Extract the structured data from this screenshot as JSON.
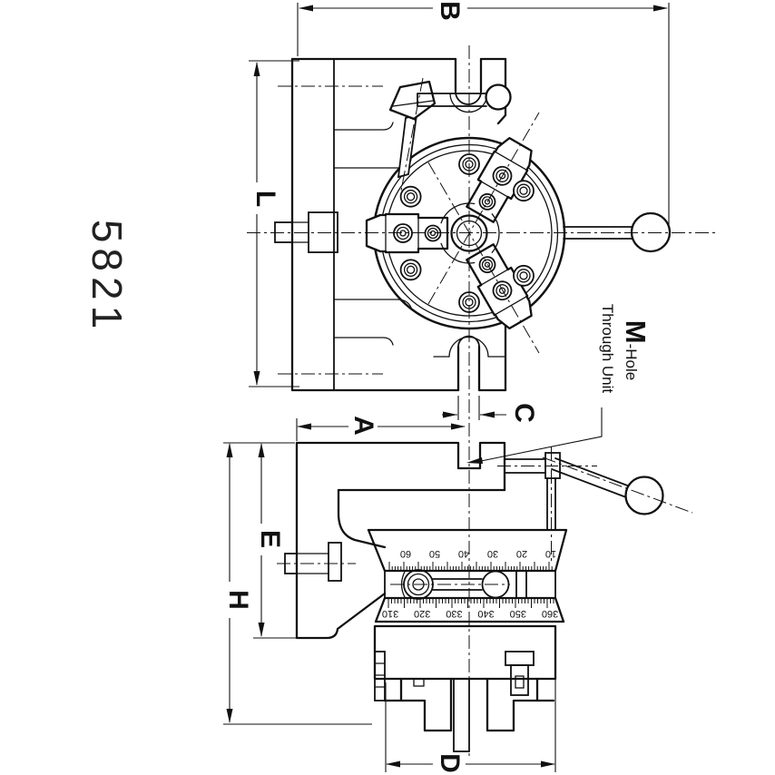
{
  "drawing": {
    "background": "#ffffff",
    "line_color": "#111111",
    "part_number": "5821",
    "dimensions": {
      "overall_width": "B",
      "body_length": "L",
      "base_to_axis": "A",
      "slot_width": "C",
      "body_height": "E",
      "overall_height": "H",
      "chuck_diameter": "D"
    },
    "callout": {
      "m": "M",
      "m_suffix": "-Hole",
      "line2": "Through Unit"
    },
    "dial": {
      "upper_scale": [
        "60",
        "50",
        "40",
        "30",
        "20",
        "10"
      ],
      "lower_scale": [
        "310",
        "320",
        "330",
        "340",
        "350",
        "360"
      ]
    }
  }
}
